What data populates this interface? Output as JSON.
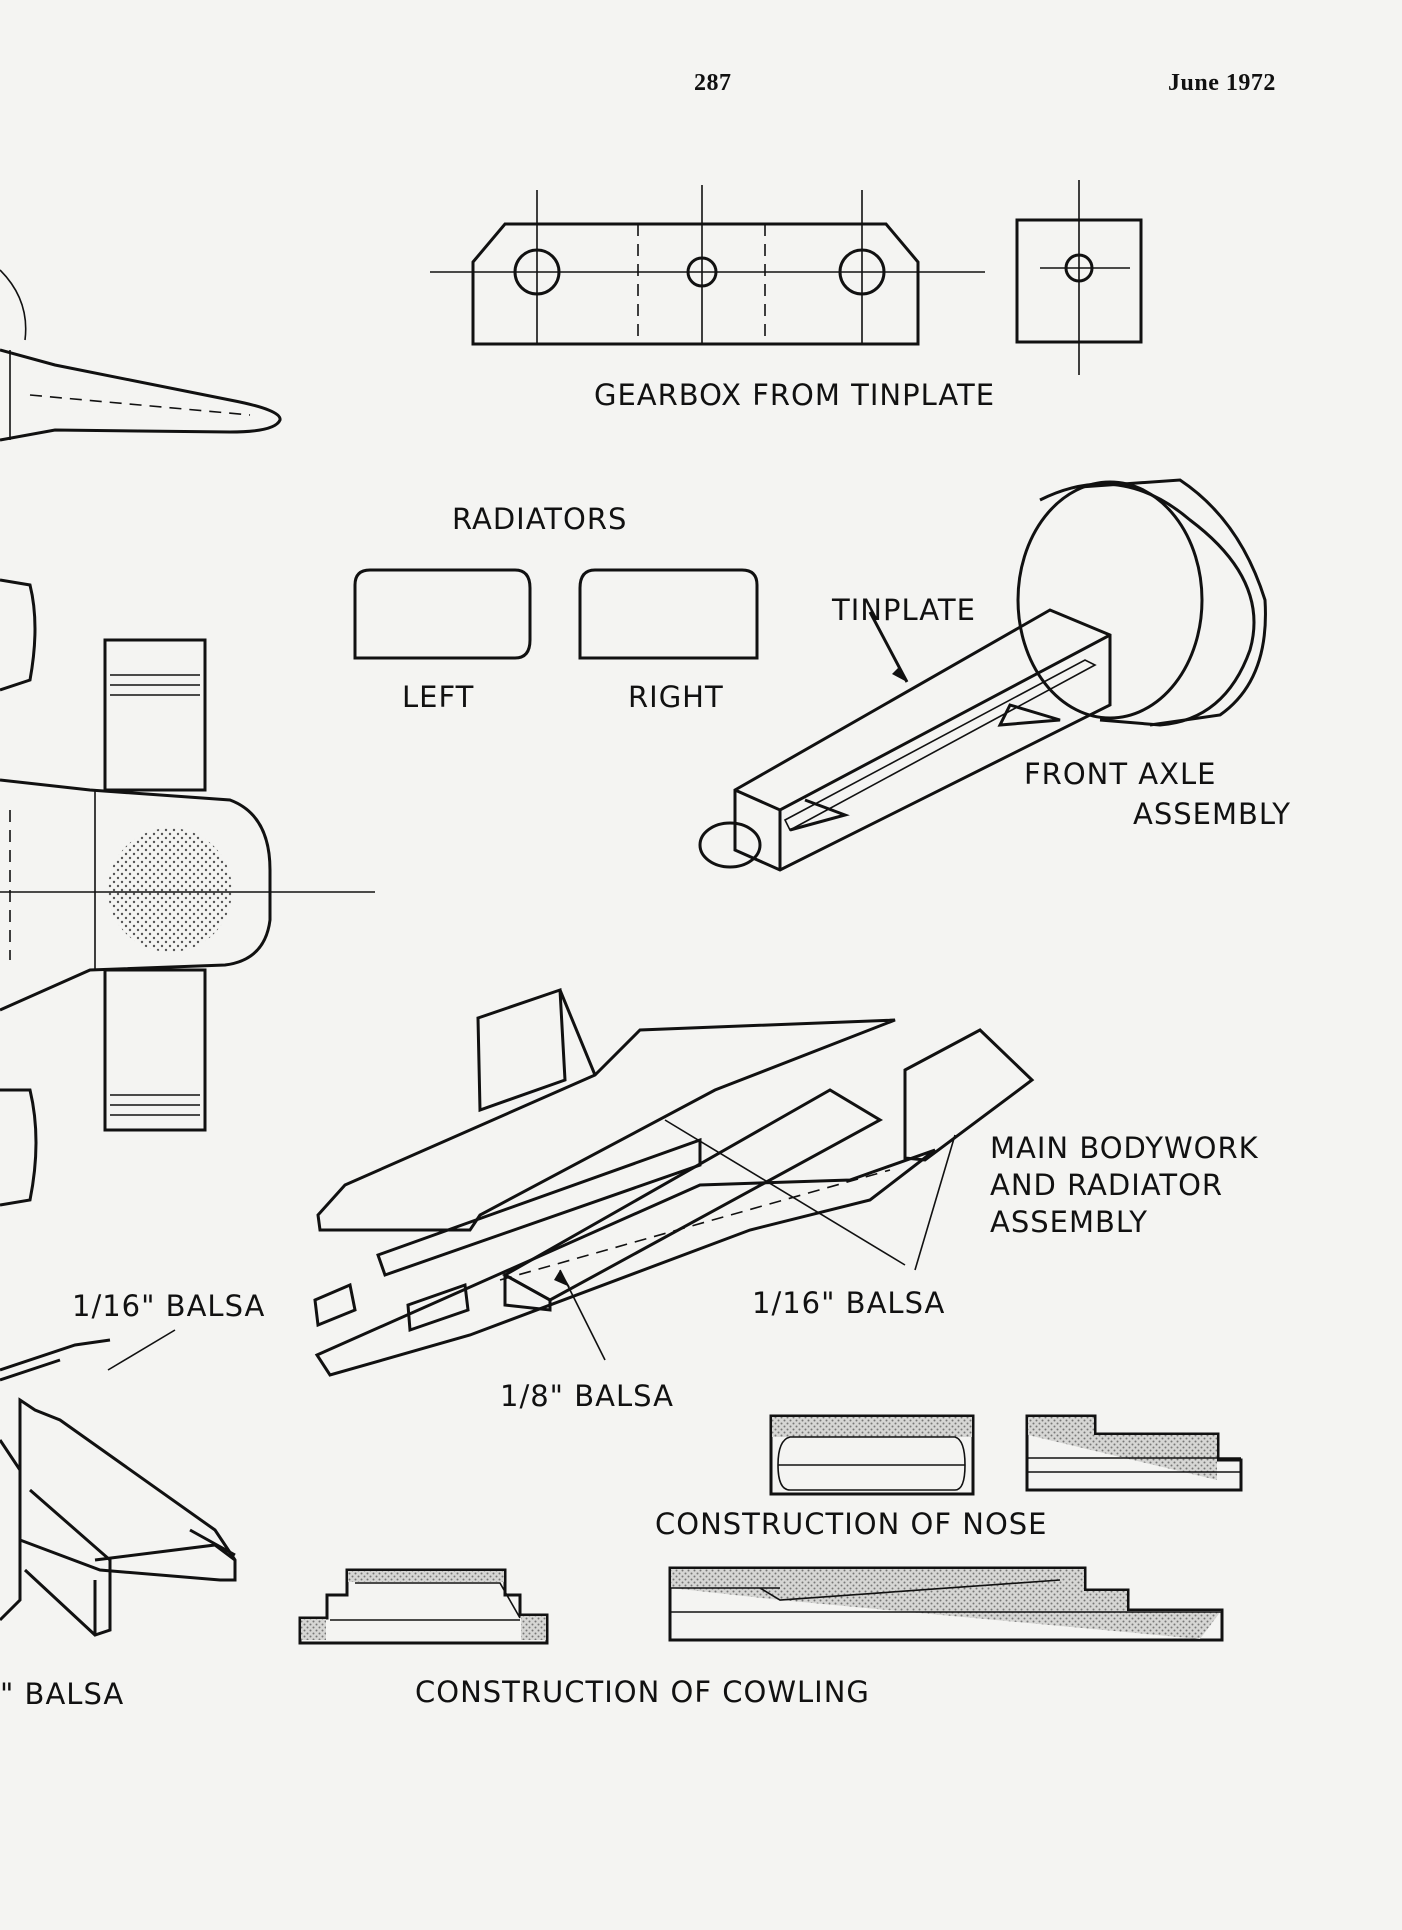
{
  "header": {
    "page_number": "287",
    "date": "June 1972"
  },
  "labels": {
    "gearbox": "GEARBOX FROM TINPLATE",
    "radiators": "RADIATORS",
    "left": "LEFT",
    "right": "RIGHT",
    "tinplate": "TINPLATE",
    "front_axle_line1": "FRONT AXLE",
    "front_axle_line2": "ASSEMBLY",
    "main_body_line1": "MAIN BODYWORK",
    "main_body_line2": "AND RADIATOR",
    "main_body_line3": "ASSEMBLY",
    "balsa_1_16_left": "1/16\" BALSA",
    "balsa_1_16_right": "1/16\" BALSA",
    "balsa_1_8": "1/8\" BALSA",
    "balsa_bottom_left": "\" BALSA",
    "nose": "CONSTRUCTION OF NOSE",
    "cowling": "CONSTRUCTION OF COWLING"
  },
  "colors": {
    "paper": "#f4f4f2",
    "ink": "#111111",
    "stipple": "#cfcfcf"
  }
}
